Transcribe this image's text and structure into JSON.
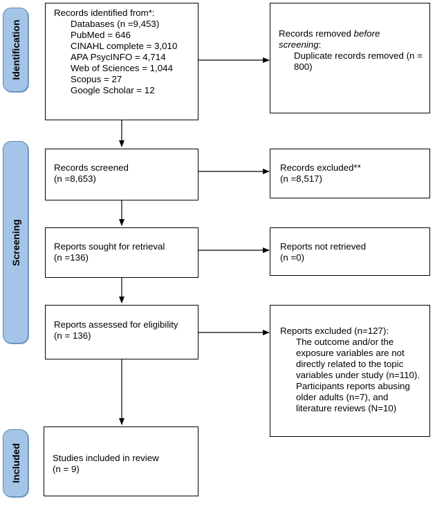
{
  "phases": {
    "identification": "Identification",
    "screening": "Screening",
    "included": "Included"
  },
  "identified": {
    "title": "Records identified from*:",
    "sources": [
      "Databases (n =9,453)",
      "PubMed = 646",
      "CINAHL complete = 3,010",
      "APA PsycINFO = 4,714",
      "Web of Sciences = 1,044",
      "Scopus = 27",
      "Google Scholar = 12"
    ]
  },
  "removed": {
    "title_pre": "Records removed ",
    "title_em": "before screening",
    "title_post": ":",
    "item": "Duplicate records removed (n = 800)"
  },
  "screened": {
    "title": "Records screened",
    "n": "(n =8,653)"
  },
  "excluded": {
    "title": "Records excluded**",
    "n": "(n =8,517)"
  },
  "sought": {
    "title": "Reports sought for retrieval",
    "n": "(n =136)"
  },
  "not_retrieved": {
    "title": "Reports not retrieved",
    "n": "(n =0)"
  },
  "assessed": {
    "title": "Reports assessed for eligibility",
    "n": "(n = 136)"
  },
  "reports_excluded": {
    "title": "Reports excluded (n=127):",
    "items": [
      "The outcome and/or the exposure variables are not directly related to the topic variables under study (n=110).",
      "Participants reports abusing older adults (n=7), and literature reviews (N=10)"
    ]
  },
  "included": {
    "title": "Studies included in review",
    "n": "(n = 9)"
  }
}
